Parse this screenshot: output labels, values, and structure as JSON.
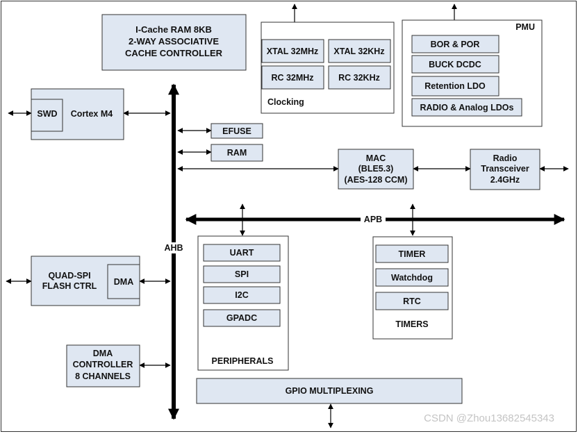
{
  "colors": {
    "block_fill": "#dfe7f2",
    "frame": "#333333",
    "wire": "#000000",
    "watermark": "#c4c4c4"
  },
  "icache": {
    "lines": [
      "I-Cache RAM 8KB",
      "2-WAY ASSOCIATIVE",
      "CACHE CONTROLLER"
    ]
  },
  "clocking": {
    "label": "Clocking",
    "xtal_32mhz": "XTAL 32MHz",
    "xtal_32khz": "XTAL 32KHz",
    "rc_32mhz": "RC 32MHz",
    "rc_32khz": "RC 32KHz"
  },
  "pmu": {
    "label": "PMU",
    "bor_por": "BOR & POR",
    "buck_dcdc": "BUCK DCDC",
    "retention_ldo": "Retention LDO",
    "radio_ldos": "RADIO & Analog LDOs"
  },
  "cortex": {
    "swd": "SWD",
    "core": "Cortex M4"
  },
  "efuse": "EFUSE",
  "ram": "RAM",
  "mac": {
    "lines": [
      "MAC",
      "(BLE5.3)",
      "(AES-128 CCM)"
    ]
  },
  "radio": {
    "lines": [
      "Radio",
      "Transceiver",
      "2.4GHz"
    ]
  },
  "bus": {
    "apb": "APB",
    "ahb": "AHB"
  },
  "qspi": {
    "lines": [
      "QUAD-SPI",
      "FLASH CTRL"
    ],
    "dma": "DMA"
  },
  "dma_ctrl": {
    "lines": [
      "DMA",
      "CONTROLLER",
      "8 CHANNELS"
    ]
  },
  "peripherals": {
    "label": "PERIPHERALS",
    "items": [
      "UART",
      "SPI",
      "I2C",
      "GPADC"
    ]
  },
  "timers": {
    "label": "TIMERS",
    "items": [
      "TIMER",
      "Watchdog",
      "RTC"
    ]
  },
  "gpio": "GPIO MULTIPLEXING",
  "watermark": "CSDN @Zhou13682545343"
}
